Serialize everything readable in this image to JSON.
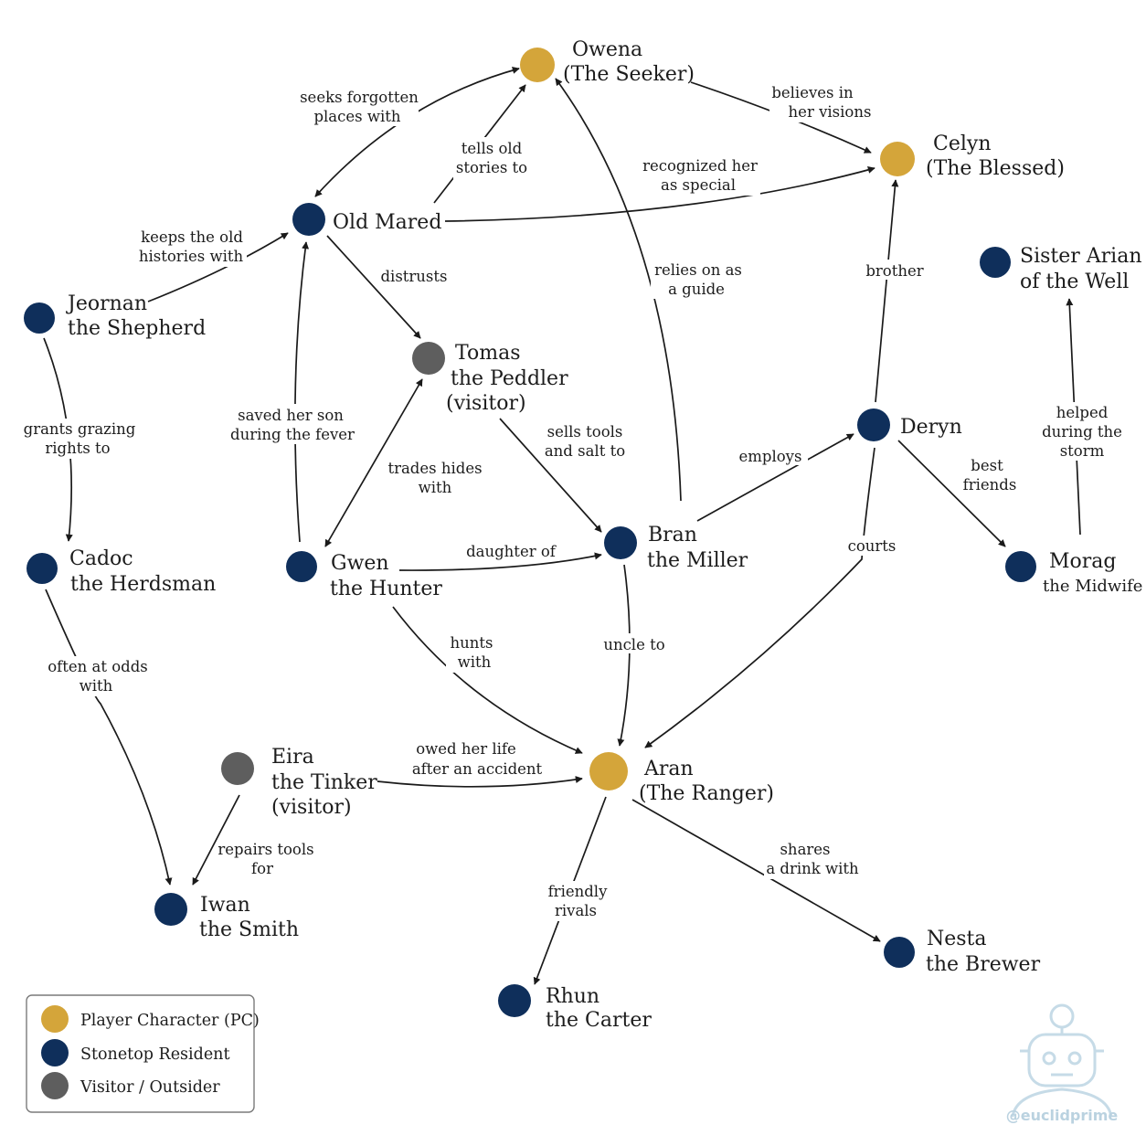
{
  "colors": {
    "pc": "#d4a53a",
    "resident": "#0f2f5b",
    "visitor": "#5e5e5e",
    "edge": "#1a1a1a",
    "text": "#1c1c1c"
  },
  "nodes": {
    "owena": {
      "line1": "Owena",
      "line2": "(The Seeker)",
      "kind": "pc"
    },
    "celyn": {
      "line1": "Celyn",
      "line2": "(The Blessed)",
      "kind": "pc"
    },
    "mared": {
      "line1": "Old Mared",
      "kind": "resident"
    },
    "arian": {
      "line1": "Sister Arian",
      "line2": "of the Well",
      "kind": "resident"
    },
    "jeornan": {
      "line1": "Jeornan",
      "line2": "the Shepherd",
      "kind": "resident"
    },
    "tomas": {
      "line1": "Tomas",
      "line2": "the Peddler",
      "line3": "(visitor)",
      "kind": "visitor"
    },
    "deryn": {
      "line1": "Deryn",
      "kind": "resident"
    },
    "cadoc": {
      "line1": "Cadoc",
      "line2": "the Herdsman",
      "kind": "resident"
    },
    "gwen": {
      "line1": "Gwen",
      "line2": "the Hunter",
      "kind": "resident"
    },
    "bran": {
      "line1": "Bran",
      "line2": "the Miller",
      "kind": "resident"
    },
    "morag": {
      "line1": "Morag",
      "line2": "the Midwife",
      "kind": "resident"
    },
    "eira": {
      "line1": "Eira",
      "line2": "the Tinker",
      "line3": "(visitor)",
      "kind": "visitor"
    },
    "aran": {
      "line1": "Aran",
      "line2": "(The Ranger)",
      "kind": "pc"
    },
    "iwan": {
      "line1": "Iwan",
      "line2": "the Smith",
      "kind": "resident"
    },
    "nesta": {
      "line1": "Nesta",
      "line2": "the Brewer",
      "kind": "resident"
    },
    "rhun": {
      "line1": "Rhun",
      "line2": "the Carter",
      "kind": "resident"
    }
  },
  "relationships": {
    "mared_owena": [
      "seeks forgotten",
      "places with"
    ],
    "mared_owena_stories": [
      "tells old",
      "stories to"
    ],
    "owena_celyn": [
      "believes in",
      "her visions"
    ],
    "mared_celyn": [
      "recognized her",
      "as special"
    ],
    "jeornan_mared": [
      "keeps the old",
      "histories with"
    ],
    "mared_tomas": [
      "distrusts"
    ],
    "bran_owena": [
      "relies on as",
      "a guide"
    ],
    "deryn_celyn": [
      "brother"
    ],
    "morag_arian": [
      "helped",
      "during the",
      "storm"
    ],
    "gwen_mared": [
      "saved her son",
      "during the fever"
    ],
    "jeornan_cadoc": [
      "grants grazing",
      "rights to"
    ],
    "gwen_tomas": [
      "trades hides",
      "with"
    ],
    "tomas_bran": [
      "sells tools",
      "and salt to"
    ],
    "bran_deryn": [
      "employs"
    ],
    "deryn_morag": [
      "best",
      "friends"
    ],
    "deryn_aran": [
      "courts"
    ],
    "gwen_bran": [
      "daughter of"
    ],
    "gwen_aran": [
      "hunts",
      "with"
    ],
    "bran_aran": [
      "uncle to"
    ],
    "cadoc_iwan": [
      "often at odds",
      "with"
    ],
    "eira_aran": [
      "owed her life",
      "after an accident"
    ],
    "eira_iwan": [
      "repairs tools",
      "for"
    ],
    "aran_rhun": [
      "friendly",
      "rivals"
    ],
    "aran_nesta": [
      "shares",
      "a drink with"
    ]
  },
  "legend": {
    "pc": "Player Character (PC)",
    "resident": "Stonetop Resident",
    "visitor": "Visitor / Outsider"
  },
  "watermark": {
    "text": "@euclidprime",
    "icon": "robot-icon"
  }
}
